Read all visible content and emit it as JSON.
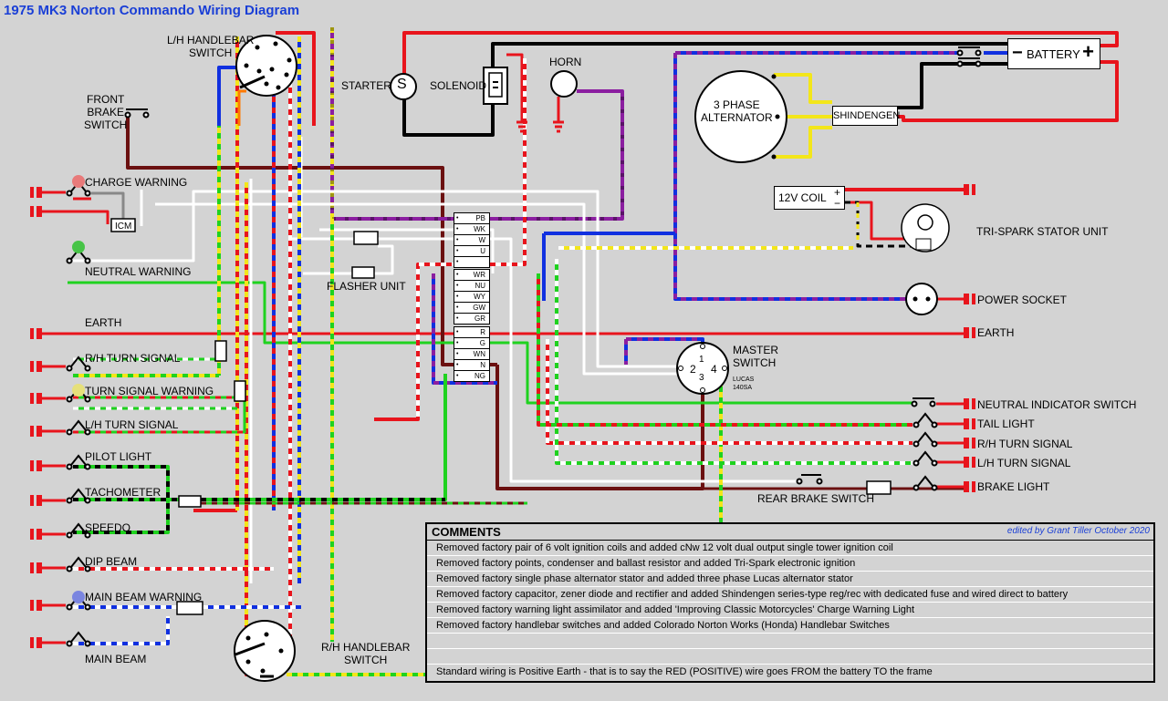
{
  "title": "1975 MK3 Norton Commando Wiring Diagram",
  "labels": {
    "lh_switch": "L/H HANDLEBAR\nSWITCH",
    "rh_switch": "R/H HANDLEBAR\nSWITCH",
    "front_brake": "FRONT\nBRAKE\nSWITCH",
    "charge_warning": "CHARGE WARNING",
    "icm": "ICM",
    "neutral_warning": "NEUTRAL WARNING",
    "earth_left": "EARTH",
    "rh_turn_left": "R/H TURN SIGNAL",
    "turn_warning": "TURN SIGNAL WARNING",
    "lh_turn_left": "L/H TURN SIGNAL",
    "pilot": "PILOT LIGHT",
    "tacho": "TACHOMETER",
    "speedo": "SPEEDO",
    "dip": "DIP BEAM",
    "main_warning": "MAIN BEAM WARNING",
    "main_beam": "MAIN BEAM",
    "starter": "STARTER",
    "starter_s": "S",
    "solenoid": "SOLENOID",
    "horn": "HORN",
    "battery": "BATTERY",
    "alternator": "3 PHASE\nALTERNATOR",
    "shindengen": "SHINDENGEN",
    "coil": "12V COIL",
    "tristator": "TRI-SPARK STATOR UNIT",
    "flasher": "FLASHER UNIT",
    "power_socket": "POWER SOCKET",
    "earth_right": "EARTH",
    "master": "MASTER\nSWITCH",
    "lucas": "LUCAS\n140SA",
    "neutral_switch": "NEUTRAL INDICATOR SWITCH",
    "tail": "TAIL LIGHT",
    "rh_turn_right": "R/H TURN SIGNAL",
    "lh_turn_right": "L/H TURN SIGNAL",
    "brake_light": "BRAKE LIGHT",
    "rear_brake": "REAR BRAKE SWITCH",
    "ms_1": "1",
    "ms_2": "2",
    "ms_3": "3",
    "ms_4": "4",
    "batt_minus": "−",
    "batt_plus": "+",
    "coil_plus": "+",
    "coil_minus": "−"
  },
  "connectors": {
    "top": [
      "PB",
      "WK",
      "W",
      "U",
      ""
    ],
    "mid": [
      "WR",
      "NU",
      "WY",
      "GW",
      "GR"
    ],
    "low": [
      "R",
      "G",
      "WN",
      "N",
      "NG"
    ]
  },
  "comments": {
    "heading": "COMMENTS",
    "editor": "edited by Grant Tiller October 2020",
    "rows": [
      "Removed factory pair of 6 volt ignition coils and added cNw 12 volt dual output single tower ignition coil",
      "Removed factory points, condenser and ballast resistor and added Tri-Spark electronic ignition",
      "Removed factory single phase alternator stator and added three phase Lucas alternator stator",
      "Removed factory capacitor, zener diode and rectifier and added Shindengen series-type reg/rec with dedicated fuse and wired direct to battery",
      "Removed factory warning light assimilator and added 'Improving Classic Motorcycles' Charge Warning Light",
      "Removed factory handlebar switches and added Colorado Norton Works (Honda) Handlebar Switches",
      "",
      "",
      "Standard wiring is Positive Earth - that is to say the RED (POSITIVE) wire goes FROM the battery TO the frame"
    ]
  },
  "colors": {
    "red": "#e8141c",
    "green": "#1fd21f",
    "blue": "#1030e0",
    "brown": "#6b1010",
    "purple": "#8b1ea0",
    "yellow": "#f3e61a",
    "white": "#ffffff",
    "black": "#000000",
    "title": "#1a3fd6"
  }
}
